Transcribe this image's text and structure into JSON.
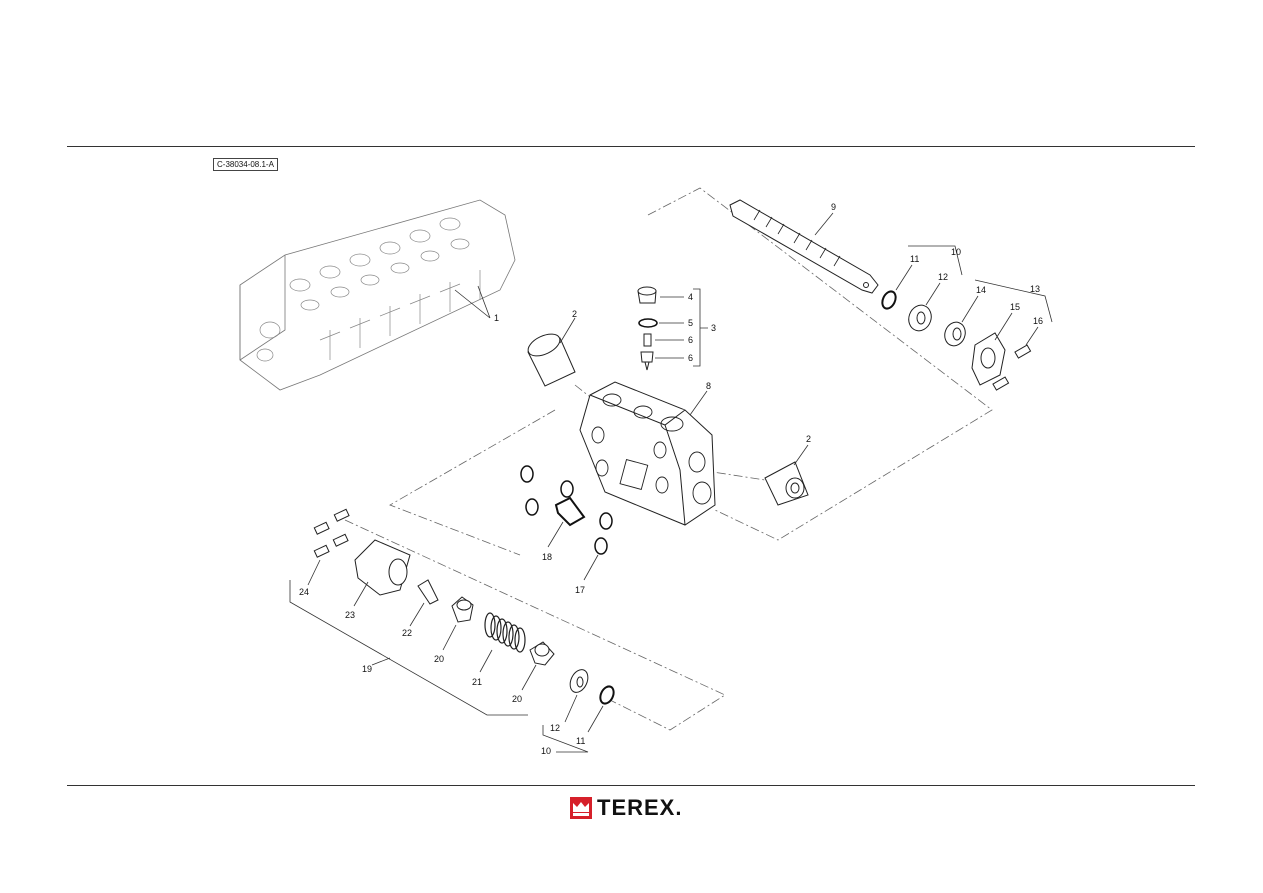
{
  "reference_code": "C-38034-08.1-A",
  "brand": "TEREX.",
  "brand_color": "#d6202a",
  "callouts": {
    "c1": "1",
    "c2a": "2",
    "c2b": "2",
    "c3": "3",
    "c4": "4",
    "c5": "5",
    "c6a": "6",
    "c6b": "6",
    "c8": "8",
    "c9": "9",
    "c10a": "10",
    "c10b": "10",
    "c11a": "11",
    "c11b": "11",
    "c12a": "12",
    "c12b": "12",
    "c13": "13",
    "c14": "14",
    "c15": "15",
    "c16": "16",
    "c17": "17",
    "c18": "18",
    "c19": "19",
    "c20a": "20",
    "c20b": "20",
    "c21": "21",
    "c22": "22",
    "c23": "23",
    "c24": "24"
  }
}
